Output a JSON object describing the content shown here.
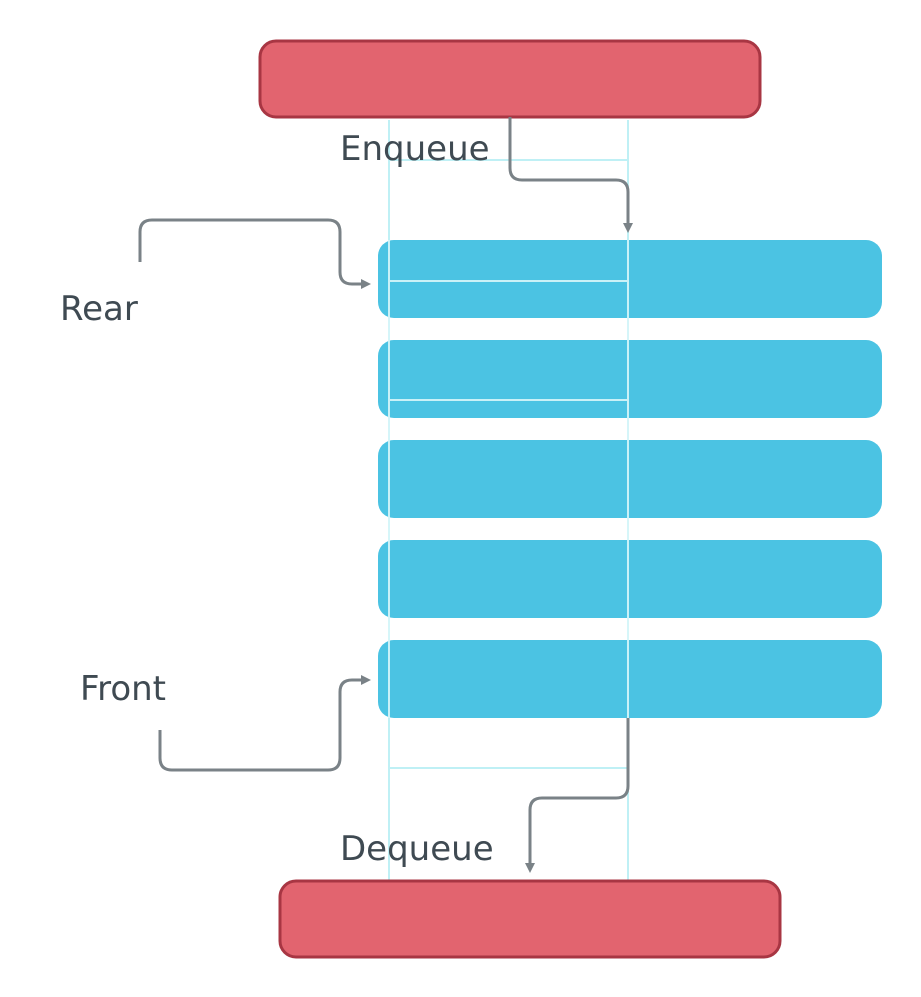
{
  "diagram": {
    "enqueue_label": "Enqueue",
    "dequeue_label": "Dequeue",
    "rear_label": "Rear",
    "front_label": "Front",
    "colors": {
      "io_box_fill": "#e2646f",
      "io_box_stroke": "#a83643",
      "queue_slot_fill": "#4bc3e3",
      "guide_line": "#bff0f5",
      "arrow": "#7a8287",
      "text": "#3f4a52"
    },
    "queue_slot_count": 5
  }
}
